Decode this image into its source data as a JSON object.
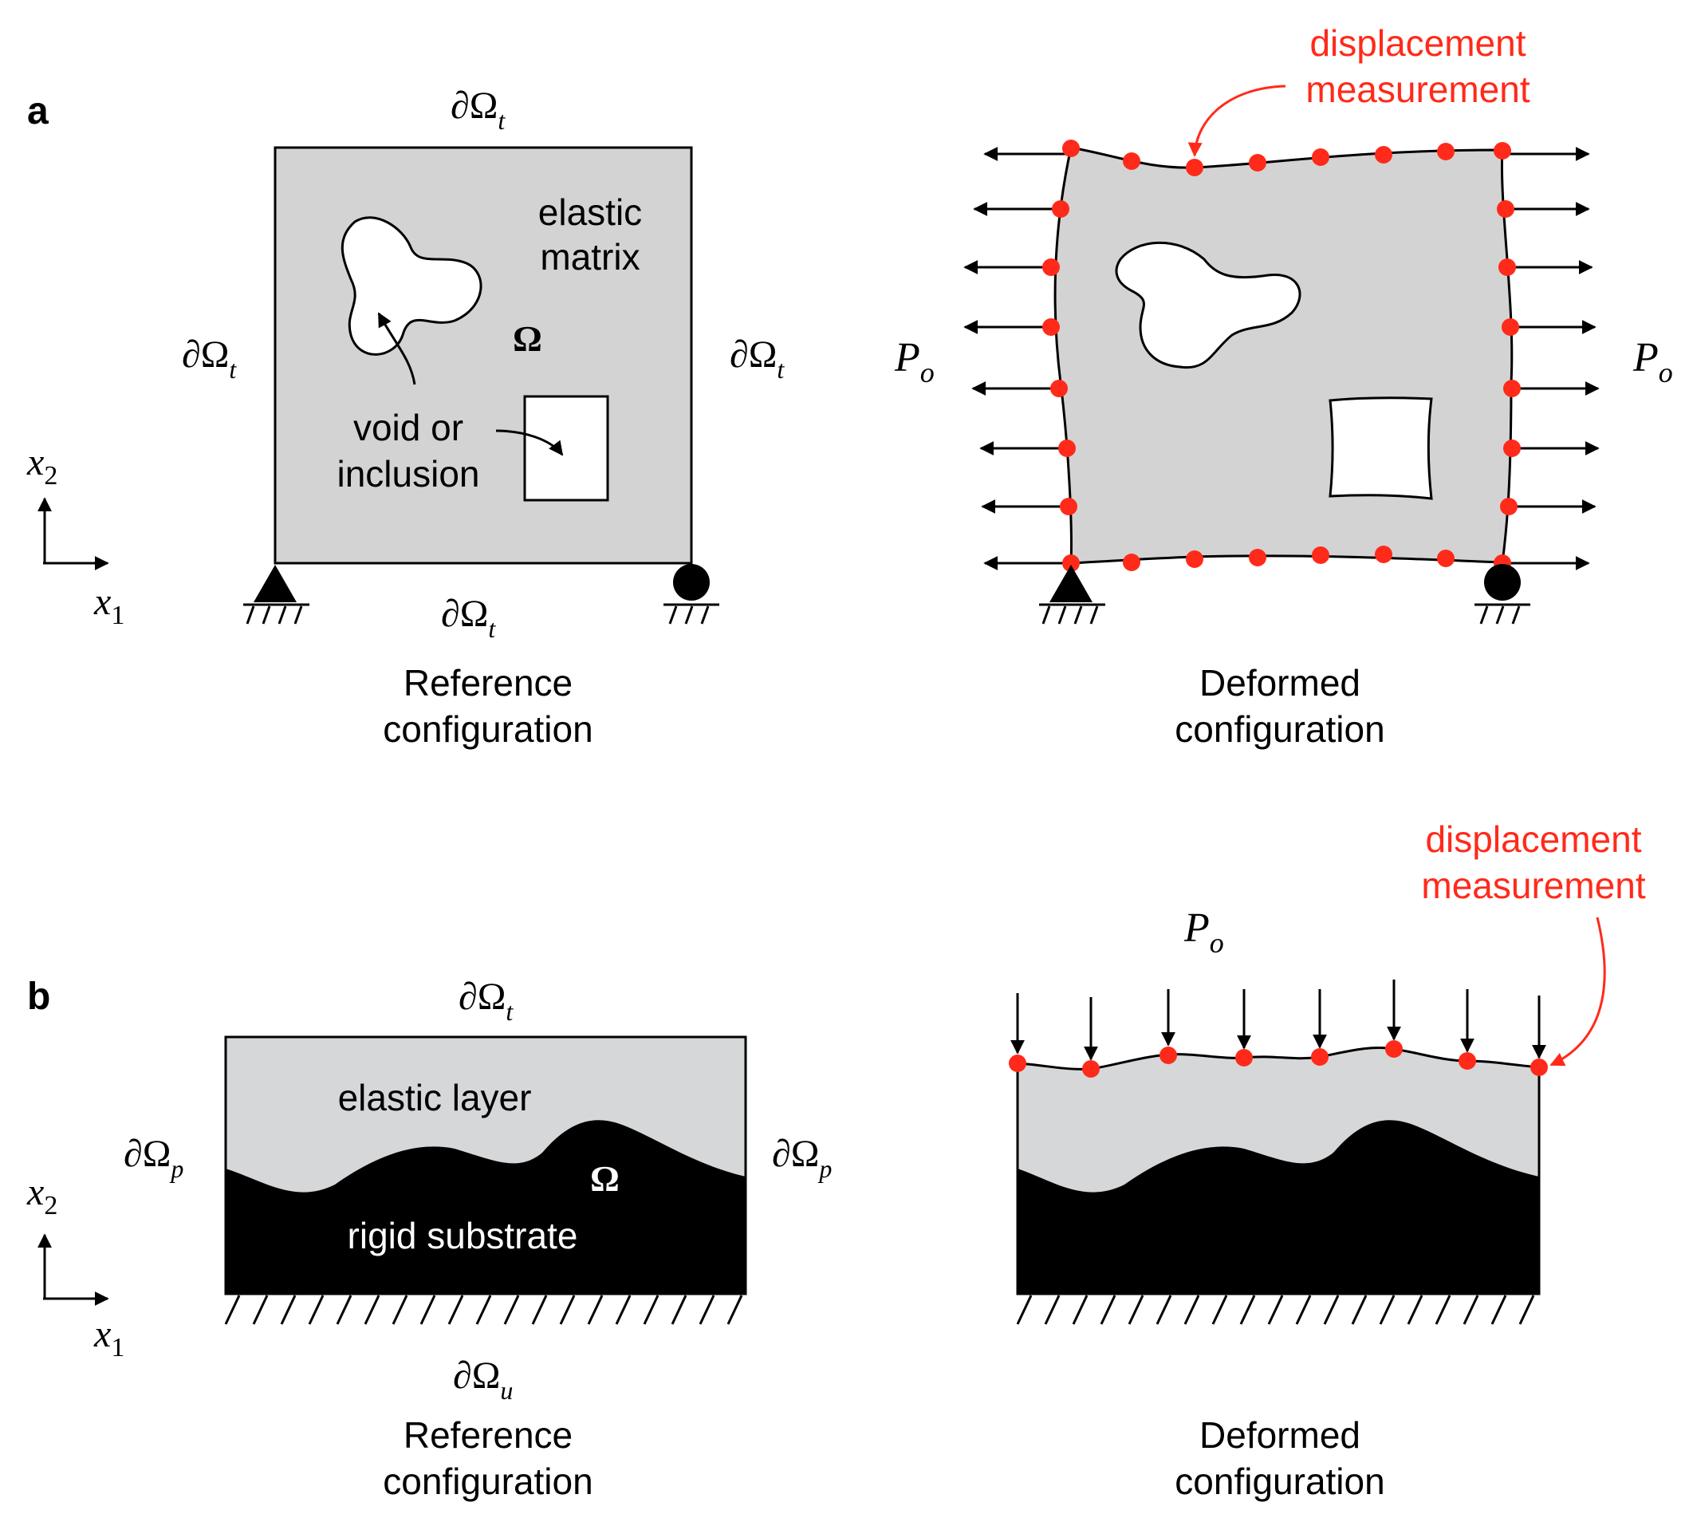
{
  "panel_a": {
    "label": "a",
    "reference": {
      "boundary_top": {
        "main": "∂Ω",
        "sub": "t"
      },
      "boundary_left": {
        "main": "∂Ω",
        "sub": "t"
      },
      "boundary_right": {
        "main": "∂Ω",
        "sub": "t"
      },
      "boundary_bottom": {
        "main": "∂Ω",
        "sub": "t"
      },
      "domain_symbol": "Ω",
      "matrix_label_line1": "elastic",
      "matrix_label_line2": "matrix",
      "void_label_line1": "void or",
      "void_label_line2": "inclusion",
      "caption_line1": "Reference",
      "caption_line2": "configuration"
    },
    "deformed": {
      "annotation_line1": "displacement",
      "annotation_line2": "measurement",
      "load_left": {
        "main": "P",
        "sub": "o"
      },
      "load_right": {
        "main": "P",
        "sub": "o"
      },
      "caption_line1": "Deformed",
      "caption_line2": "configuration"
    },
    "axes": {
      "x2": {
        "main": "x",
        "sub": "2"
      },
      "x1": {
        "main": "x",
        "sub": "1"
      }
    }
  },
  "panel_b": {
    "label": "b",
    "reference": {
      "boundary_top": {
        "main": "∂Ω",
        "sub": "t"
      },
      "boundary_left": {
        "main": "∂Ω",
        "sub": "p"
      },
      "boundary_right": {
        "main": "∂Ω",
        "sub": "p"
      },
      "boundary_bottom": {
        "main": "∂Ω",
        "sub": "u"
      },
      "domain_symbol": "Ω",
      "layer_label": "elastic layer",
      "substrate_label": "rigid substrate",
      "caption_line1": "Reference",
      "caption_line2": "configuration"
    },
    "deformed": {
      "annotation_line1": "displacement",
      "annotation_line2": "measurement",
      "load": {
        "main": "P",
        "sub": "o"
      },
      "caption_line1": "Deformed",
      "caption_line2": "configuration"
    },
    "axes": {
      "x2": {
        "main": "x",
        "sub": "2"
      },
      "x1": {
        "main": "x",
        "sub": "1"
      }
    }
  },
  "colors": {
    "matrix_fill": "#d3d3d3",
    "layer_fill": "#d6d7d9",
    "measurement_red": "#ff2a1a",
    "ink": "#000000"
  }
}
